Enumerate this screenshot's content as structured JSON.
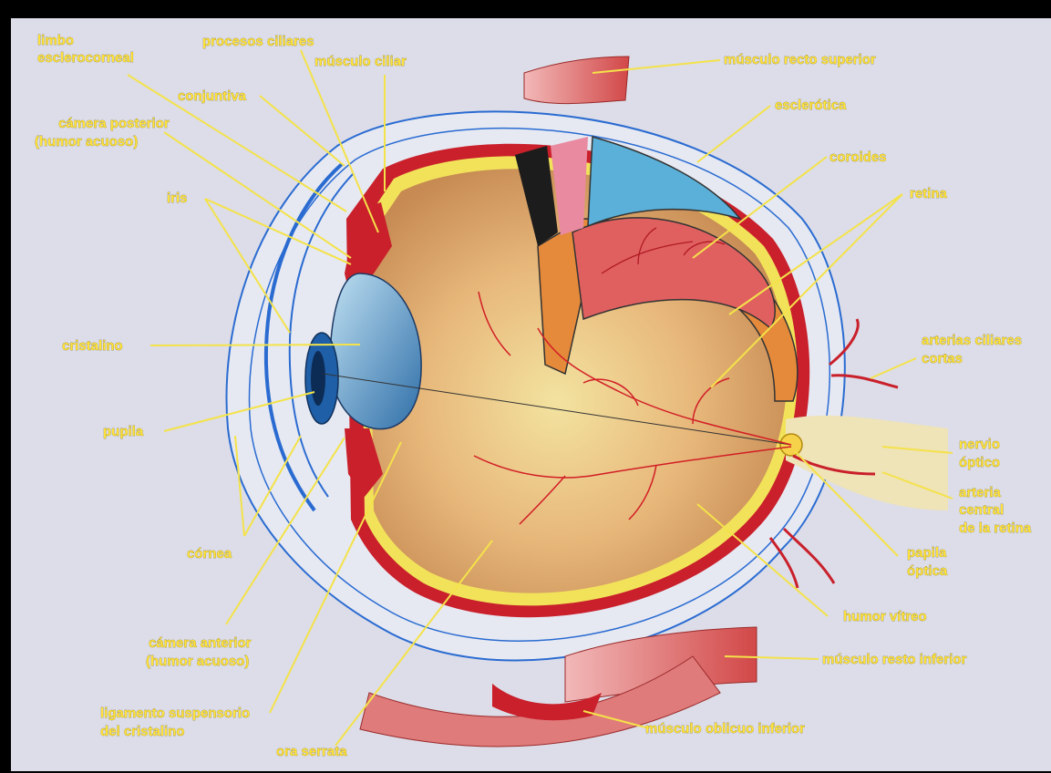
{
  "labels": {
    "limbo_1": "limbo",
    "limbo_2": "esclerocorneal",
    "procesos": "procesos ciliares",
    "musculo_ciliar": "músculo ciliar",
    "recto_superior": "músculo recto superior",
    "conjuntiva": "conjuntiva",
    "esclerotica": "esclerótica",
    "camara_post_1": "cámera posterior",
    "camara_post_2": "(humor acuoso)",
    "coroides": "coroides",
    "iris": "iris",
    "retina": "retina",
    "cristalino": "cristalino",
    "arterias_1": "arterias ciliares",
    "arterias_2": "cortas",
    "pupila": "pupila",
    "nervio_1": "nervio",
    "nervio_2": "óptico",
    "arteria_1": "arteria",
    "arteria_2": "central",
    "arteria_3": "de la retina",
    "cornea": "córnea",
    "papila_1": "papila",
    "papila_2": "óptica",
    "humor_vitreo": "humor vítreo",
    "camara_ant_1": "cámera anterior",
    "camara_ant_2": "(humor acuoso)",
    "recto_inferior": "músculo resto inferior",
    "ligamento_1": "ligamento suspensorio",
    "ligamento_2": "del cristalino",
    "oblicuo": "músculo oblicuo inferior",
    "ora_serrata": "ora serrata"
  },
  "colors": {
    "label_text": "#ffe23a",
    "leader_line": "#f4e24a",
    "paper": "#dcdde8",
    "frame": "#000000"
  }
}
